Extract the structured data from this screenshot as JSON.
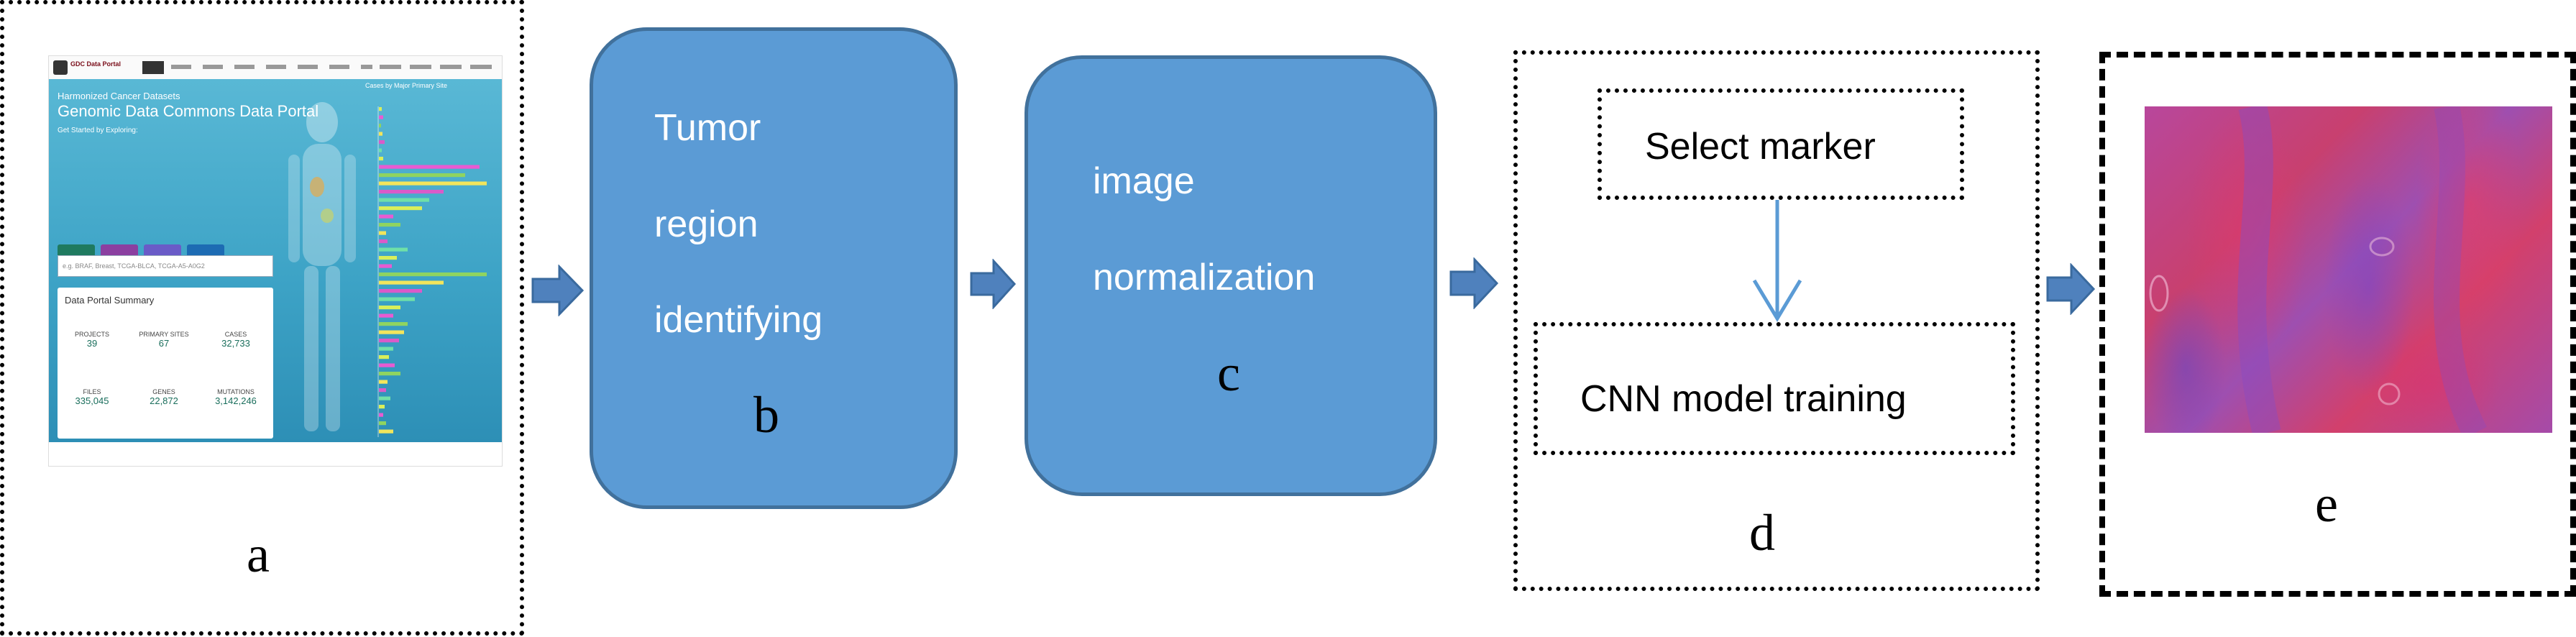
{
  "colors": {
    "box_fill": "#5b9bd5",
    "box_border": "#41719c",
    "arrow_fill": "#4f81bd",
    "arrow_border": "#3a6a9e",
    "connector": "#5b9bd5",
    "tissue_base": "#b8479c"
  },
  "panels": {
    "a": {
      "letter": "a",
      "screenshot": {
        "header_brand": "GDC Data Portal",
        "hero_small": "Harmonized Cancer Datasets",
        "hero_large": "Genomic Data Commons Data Portal",
        "hero_sub": "Get Started by Exploring:",
        "search_placeholder": "e.g. BRAF, Breast, TCGA-BLCA, TCGA-A5-A0G2",
        "summary_title": "Data Portal Summary",
        "stats": [
          {
            "label": "PROJECTS",
            "value": "39"
          },
          {
            "label": "PRIMARY SITES",
            "value": "67"
          },
          {
            "label": "CASES",
            "value": "32,733"
          },
          {
            "label": "FILES",
            "value": "335,045"
          },
          {
            "label": "GENES",
            "value": "22,872"
          },
          {
            "label": "MUTATIONS",
            "value": "3,142,246"
          }
        ],
        "chart_title": "Cases by Major Primary Site"
      }
    },
    "b": {
      "lines": [
        "Tumor",
        "region",
        "identifying"
      ],
      "letter": "b"
    },
    "c": {
      "lines": [
        "image",
        "normalization"
      ],
      "letter": "c"
    },
    "d": {
      "select_label": "Select marker",
      "cnn_label": "CNN model training",
      "letter": "d"
    },
    "e": {
      "letter": "e"
    }
  }
}
